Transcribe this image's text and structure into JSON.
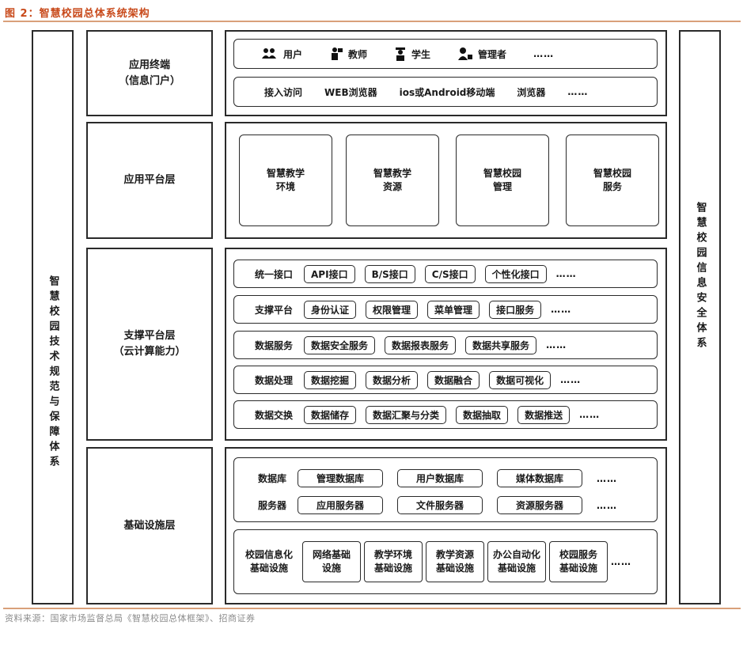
{
  "header": {
    "figure_title": "图 2：智慧校园总体系统架构"
  },
  "left_column": {
    "label": "智慧校园技术规范与保障体系"
  },
  "right_column": {
    "label": "智慧校园信息安全体系"
  },
  "layers": {
    "terminal": {
      "label_line1": "应用终端",
      "label_line2": "（信息门户）"
    },
    "platform": {
      "label": "应用平台层"
    },
    "support": {
      "label_line1": "支撑平台层",
      "label_line2": "（云计算能力）"
    },
    "infrastructure": {
      "label": "基础设施层"
    }
  },
  "terminal": {
    "users": [
      {
        "icon": "group-icon",
        "label": "用户"
      },
      {
        "icon": "teacher-icon",
        "label": "教师"
      },
      {
        "icon": "student-icon",
        "label": "学生"
      },
      {
        "icon": "admin-icon",
        "label": "管理者"
      }
    ],
    "users_more": "……",
    "access_items": [
      "接入访问",
      "WEB浏览器",
      "ios或Android移动端",
      "浏览器"
    ],
    "access_more": "……"
  },
  "platform": {
    "boxes": [
      {
        "line1": "智慧教学",
        "line2": "环境"
      },
      {
        "line1": "智慧教学",
        "line2": "资源"
      },
      {
        "line1": "智慧校园",
        "line2": "管理"
      },
      {
        "line1": "智慧校园",
        "line2": "服务"
      }
    ]
  },
  "support": {
    "rows": [
      {
        "label": "统一接口",
        "items": [
          "API接口",
          "B/S接口",
          "C/S接口",
          "个性化接口"
        ],
        "more": "……"
      },
      {
        "label": "支撑平台",
        "items": [
          "身份认证",
          "权限管理",
          "菜单管理",
          "接口服务"
        ],
        "more": "……"
      },
      {
        "label": "数据服务",
        "items": [
          "数据安全服务",
          "数据报表服务",
          "数据共享服务"
        ],
        "more": "……"
      },
      {
        "label": "数据处理",
        "items": [
          "数据挖掘",
          "数据分析",
          "数据融合",
          "数据可视化"
        ],
        "more": "……"
      },
      {
        "label": "数据交换",
        "items": [
          "数据储存",
          "数据汇聚与分类",
          "数据抽取",
          "数据推送"
        ],
        "more": "……"
      }
    ]
  },
  "infrastructure": {
    "db_label": "数据库",
    "db_items": [
      "管理数据库",
      "用户数据库",
      "媒体数据库"
    ],
    "db_more": "……",
    "server_label": "服务器",
    "server_items": [
      "应用服务器",
      "文件服务器",
      "资源服务器"
    ],
    "server_more": "……",
    "campus_label_line1": "校园信息化",
    "campus_label_line2": "基础设施",
    "campus_items": [
      {
        "line1": "网络基础",
        "line2": "设施"
      },
      {
        "line1": "教学环境",
        "line2": "基础设施"
      },
      {
        "line1": "教学资源",
        "line2": "基础设施"
      },
      {
        "line1": "办公自动化",
        "line2": "基础设施"
      },
      {
        "line1": "校园服务",
        "line2": "基础设施"
      }
    ],
    "campus_more": "……"
  },
  "footer": {
    "source": "资料来源：国家市场监督总局《智慧校园总体框架》、招商证券"
  },
  "colors": {
    "title": "#c8491a",
    "rule": "#d9a07a",
    "border": "#2a2a2a",
    "source_text": "#8c8c8c"
  }
}
